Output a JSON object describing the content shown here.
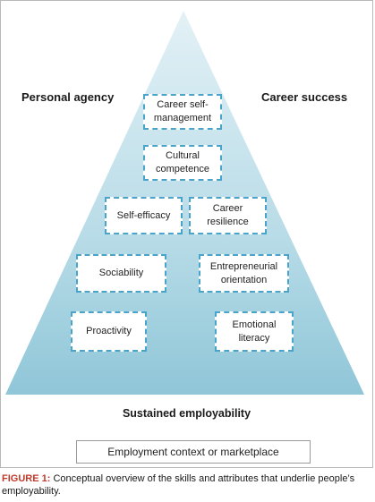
{
  "labels": {
    "left": "Personal agency",
    "right": "Career success",
    "base": "Sustained employability"
  },
  "boxes": {
    "career_self_management": "Career self-management",
    "cultural_competence": "Cultural competence",
    "self_efficacy": "Self-efficacy",
    "career_resilience": "Career resilience",
    "sociability": "Sociability",
    "entrepreneurial_orientation": "Entrepreneurial orientation",
    "proactivity": "Proactivity",
    "emotional_literacy": "Emotional literacy"
  },
  "context": "Employment context or marketplace",
  "caption": {
    "label": "FIGURE 1:",
    "text": " Conceptual overview of the skills and attributes that underlie people’s employability."
  },
  "colors": {
    "pyramid_top": "#e3f1f6",
    "pyramid_bottom": "#8fc6d8",
    "box_border": "#4aa3c8",
    "caption_label": "#c0392b"
  }
}
